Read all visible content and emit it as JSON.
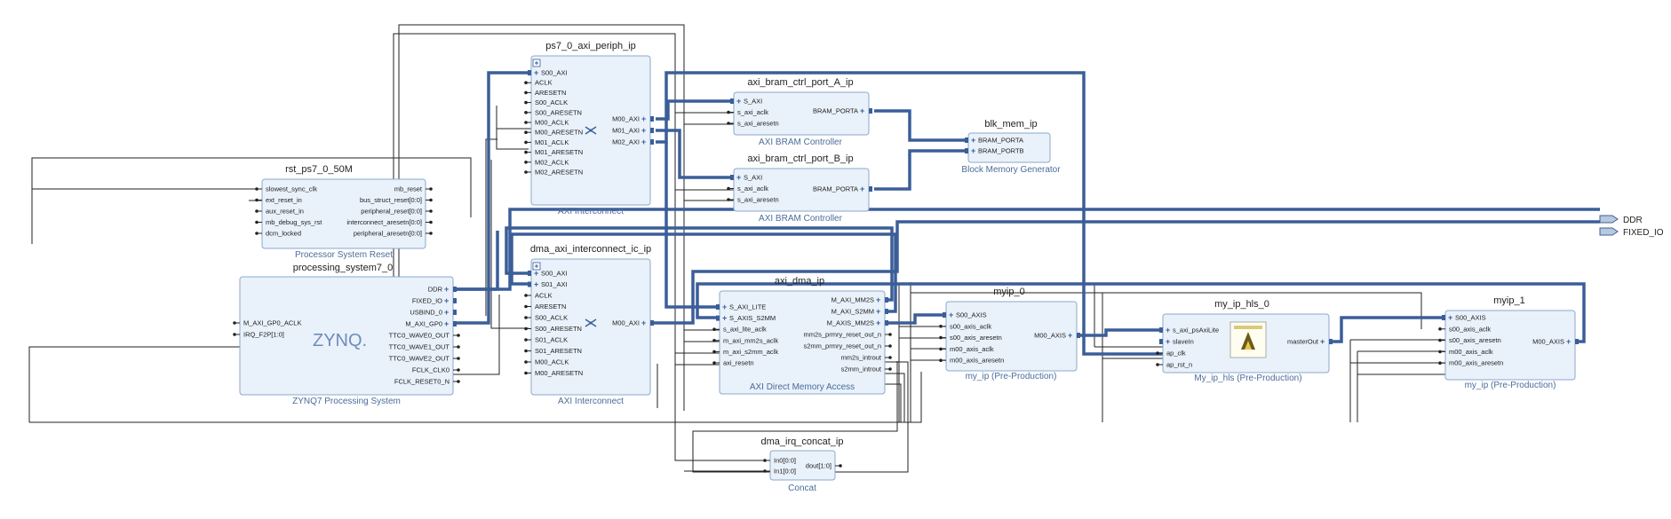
{
  "blocks": {
    "periph": {
      "name": "ps7_0_axi_periph_ip",
      "label": "AXI Interconnect",
      "in": [
        "S00_AXI",
        "ACLK",
        "ARESETN",
        "S00_ACLK",
        "S00_ARESETN",
        "M00_ACLK",
        "M00_ARESETN",
        "M01_ACLK",
        "M01_ARESETN",
        "M02_ACLK",
        "M02_ARESETN"
      ],
      "out": [
        "M00_AXI",
        "M01_AXI",
        "M02_AXI"
      ]
    },
    "bramA": {
      "name": "axi_bram_ctrl_port_A_ip",
      "label": "AXI BRAM Controller",
      "in": [
        "S_AXI",
        "s_axi_aclk",
        "s_axi_aresetn"
      ],
      "out": [
        "BRAM_PORTA"
      ]
    },
    "bramB": {
      "name": "axi_bram_ctrl_port_B_ip",
      "label": "AXI BRAM Controller",
      "in": [
        "S_AXI",
        "s_axi_aclk",
        "s_axi_aresetn"
      ],
      "out": [
        "BRAM_PORTA"
      ]
    },
    "blkmem": {
      "name": "blk_mem_ip",
      "label": "Block Memory Generator",
      "in": [
        "BRAM_PORTA",
        "BRAM_PORTB"
      ],
      "out": []
    },
    "rst": {
      "name": "rst_ps7_0_50M",
      "label": "Processor System Reset",
      "in": [
        "slowest_sync_clk",
        "ext_reset_in",
        "aux_reset_in",
        "mb_debug_sys_rst",
        "dcm_locked"
      ],
      "out": [
        "mb_reset",
        "bus_struct_reset[0:0]",
        "peripheral_reset[0:0]",
        "interconnect_aresetn[0:0]",
        "peripheral_aresetn[0:0]"
      ]
    },
    "ps7": {
      "name": "processing_system7_0",
      "label": "ZYNQ7 Processing System",
      "logo": "ZYNQ.",
      "in": [
        "M_AXI_GP0_ACLK",
        "IRQ_F2P[1:0]"
      ],
      "out": [
        "DDR",
        "FIXED_IO",
        "USBIND_0",
        "M_AXI_GP0",
        "TTC0_WAVE0_OUT",
        "TTC0_WAVE1_OUT",
        "TTC0_WAVE2_OUT",
        "FCLK_CLK0",
        "FCLK_RESET0_N"
      ]
    },
    "dmaic": {
      "name": "dma_axi_interconnect_ic_ip",
      "label": "AXI Interconnect",
      "in": [
        "S00_AXI",
        "S01_AXI",
        "ACLK",
        "ARESETN",
        "S00_ACLK",
        "S00_ARESETN",
        "S01_ACLK",
        "S01_ARESETN",
        "M00_ACLK",
        "M00_ARESETN"
      ],
      "out": [
        "M00_AXI"
      ]
    },
    "dma": {
      "name": "axi_dma_ip",
      "label": "AXI Direct Memory Access",
      "in": [
        "S_AXI_LITE",
        "S_AXIS_S2MM",
        "s_axi_lite_aclk",
        "m_axi_mm2s_aclk",
        "m_axi_s2mm_aclk",
        "axi_resetn"
      ],
      "out": [
        "M_AXI_MM2S",
        "M_AXI_S2MM",
        "M_AXIS_MM2S",
        "mm2s_prmry_reset_out_n",
        "s2mm_prmry_reset_out_n",
        "mm2s_introut",
        "s2mm_introut"
      ]
    },
    "myip0": {
      "name": "myip_0",
      "label": "my_ip (Pre-Production)",
      "in": [
        "S00_AXIS",
        "s00_axis_aclk",
        "s00_axis_aresetn",
        "m00_axis_aclk",
        "m00_axis_aresetn"
      ],
      "out": [
        "M00_AXIS"
      ]
    },
    "hls": {
      "name": "my_ip_hls_0",
      "label": "My_ip_hls (Pre-Production)",
      "in": [
        "s_axi_psAxiLite",
        "slaveIn",
        "ap_clk",
        "ap_rst_n"
      ],
      "out": [
        "masterOut"
      ]
    },
    "myip1": {
      "name": "myip_1",
      "label": "my_ip (Pre-Production)",
      "in": [
        "S00_AXIS",
        "s00_axis_aclk",
        "s00_axis_aresetn",
        "m00_axis_aclk",
        "m00_axis_aresetn"
      ],
      "out": [
        "M00_AXIS"
      ]
    },
    "concat": {
      "name": "dma_irq_concat_ip",
      "label": "Concat",
      "in": [
        "In0[0:0]",
        "In1[0:0]"
      ],
      "out": [
        "dout[1:0]"
      ]
    }
  },
  "external_ports": [
    "DDR",
    "FIXED_IO"
  ],
  "colors": {
    "block_fill": "#e9f1fa",
    "block_border": "#8ba9cc",
    "bus": "#3b5e99",
    "wire": "#222222",
    "label": "#4a6c9b"
  }
}
